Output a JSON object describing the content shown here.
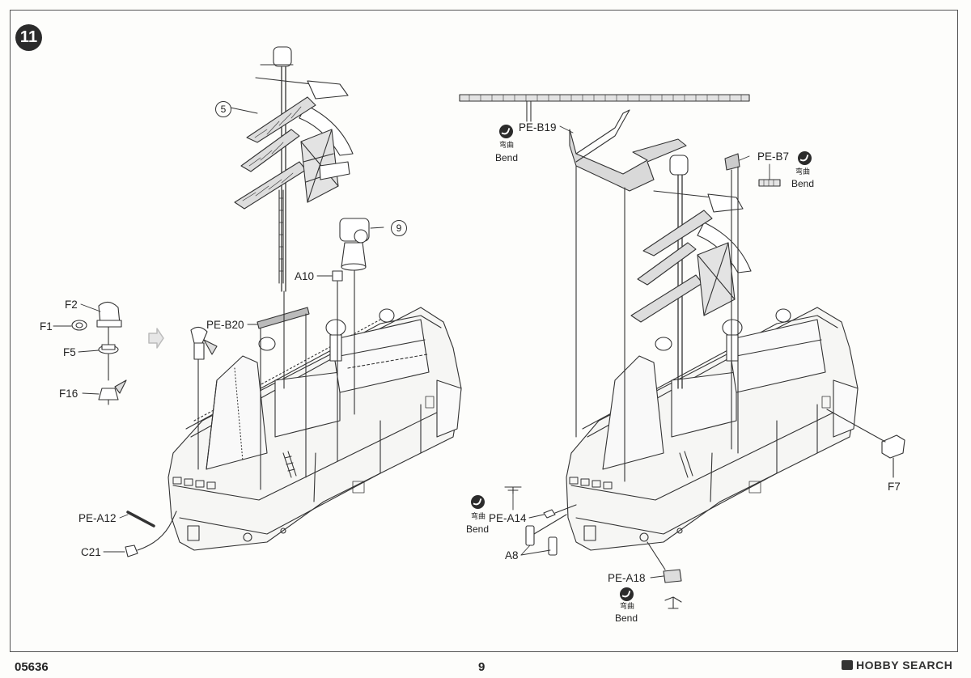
{
  "step": "11",
  "footer": {
    "code": "05636",
    "page": "9",
    "brand": "HOBBY SEARCH"
  },
  "bend": {
    "cn": "弯曲",
    "en": "Bend"
  },
  "left": {
    "callouts": {
      "c5": "5",
      "c9": "9",
      "A10": "A10",
      "PEB20": "PE-B20",
      "F2": "F2",
      "F1": "F1",
      "F5": "F5",
      "F16": "F16",
      "PEA12": "PE-A12",
      "C21": "C21"
    }
  },
  "right": {
    "callouts": {
      "PEB19": "PE-B19",
      "PEB7": "PE-B7",
      "PEA14": "PE-A14",
      "A8": "A8",
      "PEA18": "PE-A18",
      "F7": "F7"
    }
  }
}
